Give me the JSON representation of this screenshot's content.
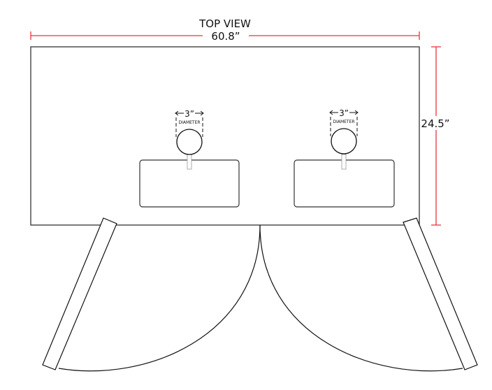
{
  "title": "TOP VIEW",
  "width_label": "60.8”",
  "depth_label": "24.5”",
  "knobs": [
    {
      "size_label": "3”",
      "sub_label": "DIAMETER"
    },
    {
      "size_label": "3”",
      "sub_label": "DIAMETER"
    }
  ],
  "colors": {
    "dimension": "#e8353b",
    "outline": "#333333"
  }
}
